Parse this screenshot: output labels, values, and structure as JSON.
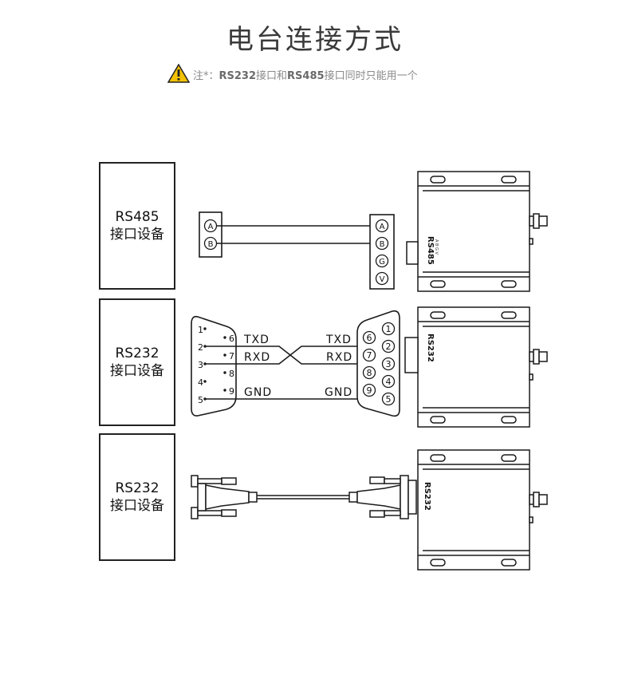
{
  "title": "电台连接方式",
  "note": {
    "icon": "warning-icon",
    "prefix": "注*：",
    "part1": "RS232",
    "part2": "接口和",
    "part3": "RS485",
    "part4": "接口同时只能用一个"
  },
  "devices": [
    {
      "line1": "RS485",
      "line2": "接口设备"
    },
    {
      "line1": "RS232",
      "line2": "接口设备"
    },
    {
      "line1": "RS232",
      "line2": "接口设备"
    }
  ],
  "rs485": {
    "left_pins": [
      "A",
      "B"
    ],
    "right_pins": [
      "A",
      "B",
      "G",
      "V"
    ],
    "port_label": "RS485",
    "port_small_pins": "A B G V"
  },
  "rs232": {
    "left_pins": [
      "1",
      "2",
      "3",
      "4",
      "5",
      "6",
      "7",
      "8",
      "9"
    ],
    "right_pins": [
      "1",
      "2",
      "3",
      "4",
      "5",
      "6",
      "7",
      "8",
      "9"
    ],
    "signals_left": [
      "TXD",
      "RXD",
      "GND"
    ],
    "signals_right": [
      "TXD",
      "RXD",
      "GND"
    ],
    "port_label": "RS232"
  },
  "cable": {
    "port_label": "RS232"
  },
  "colors": {
    "line": "#1a1a1a",
    "warning": "#f2c200"
  }
}
